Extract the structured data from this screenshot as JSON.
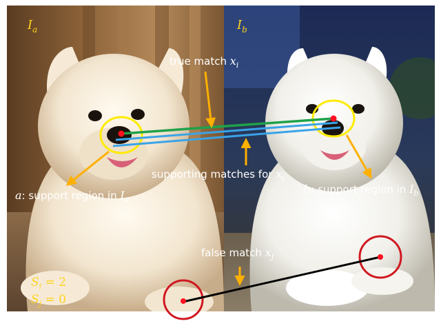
{
  "panels": {
    "left_label": {
      "base": "I",
      "sub": "a"
    },
    "right_label": {
      "base": "I",
      "sub": "b"
    }
  },
  "annotations": {
    "true_match": {
      "text": "true match ",
      "var": "x",
      "sub": "i"
    },
    "supporting": {
      "text": "supporting matches for ",
      "var": "x",
      "sub": "i"
    },
    "support_a": {
      "var": "a",
      "text": ": support region in ",
      "img": "I",
      "sub": "a"
    },
    "support_b": {
      "var": "b",
      "text": ": support region in ",
      "img": "I",
      "sub": "b"
    },
    "false_match": {
      "text": "false match ",
      "var": "x",
      "sub": "j"
    },
    "score_i": {
      "var": "S",
      "sub": "i",
      "eq": " = 2"
    },
    "score_j": {
      "var": "S",
      "sub": "j",
      "eq": " = 0"
    }
  },
  "colors": {
    "label_yellow": "#ffd21e",
    "arrow_orange": "#ffb000",
    "circle_yellow": "#ffeb00",
    "circle_red": "#d01820",
    "true_match_line": "#1fa24a",
    "support_line": "#3aa3e8",
    "false_match_line": "#000000",
    "keypoint": "#ff1020"
  }
}
